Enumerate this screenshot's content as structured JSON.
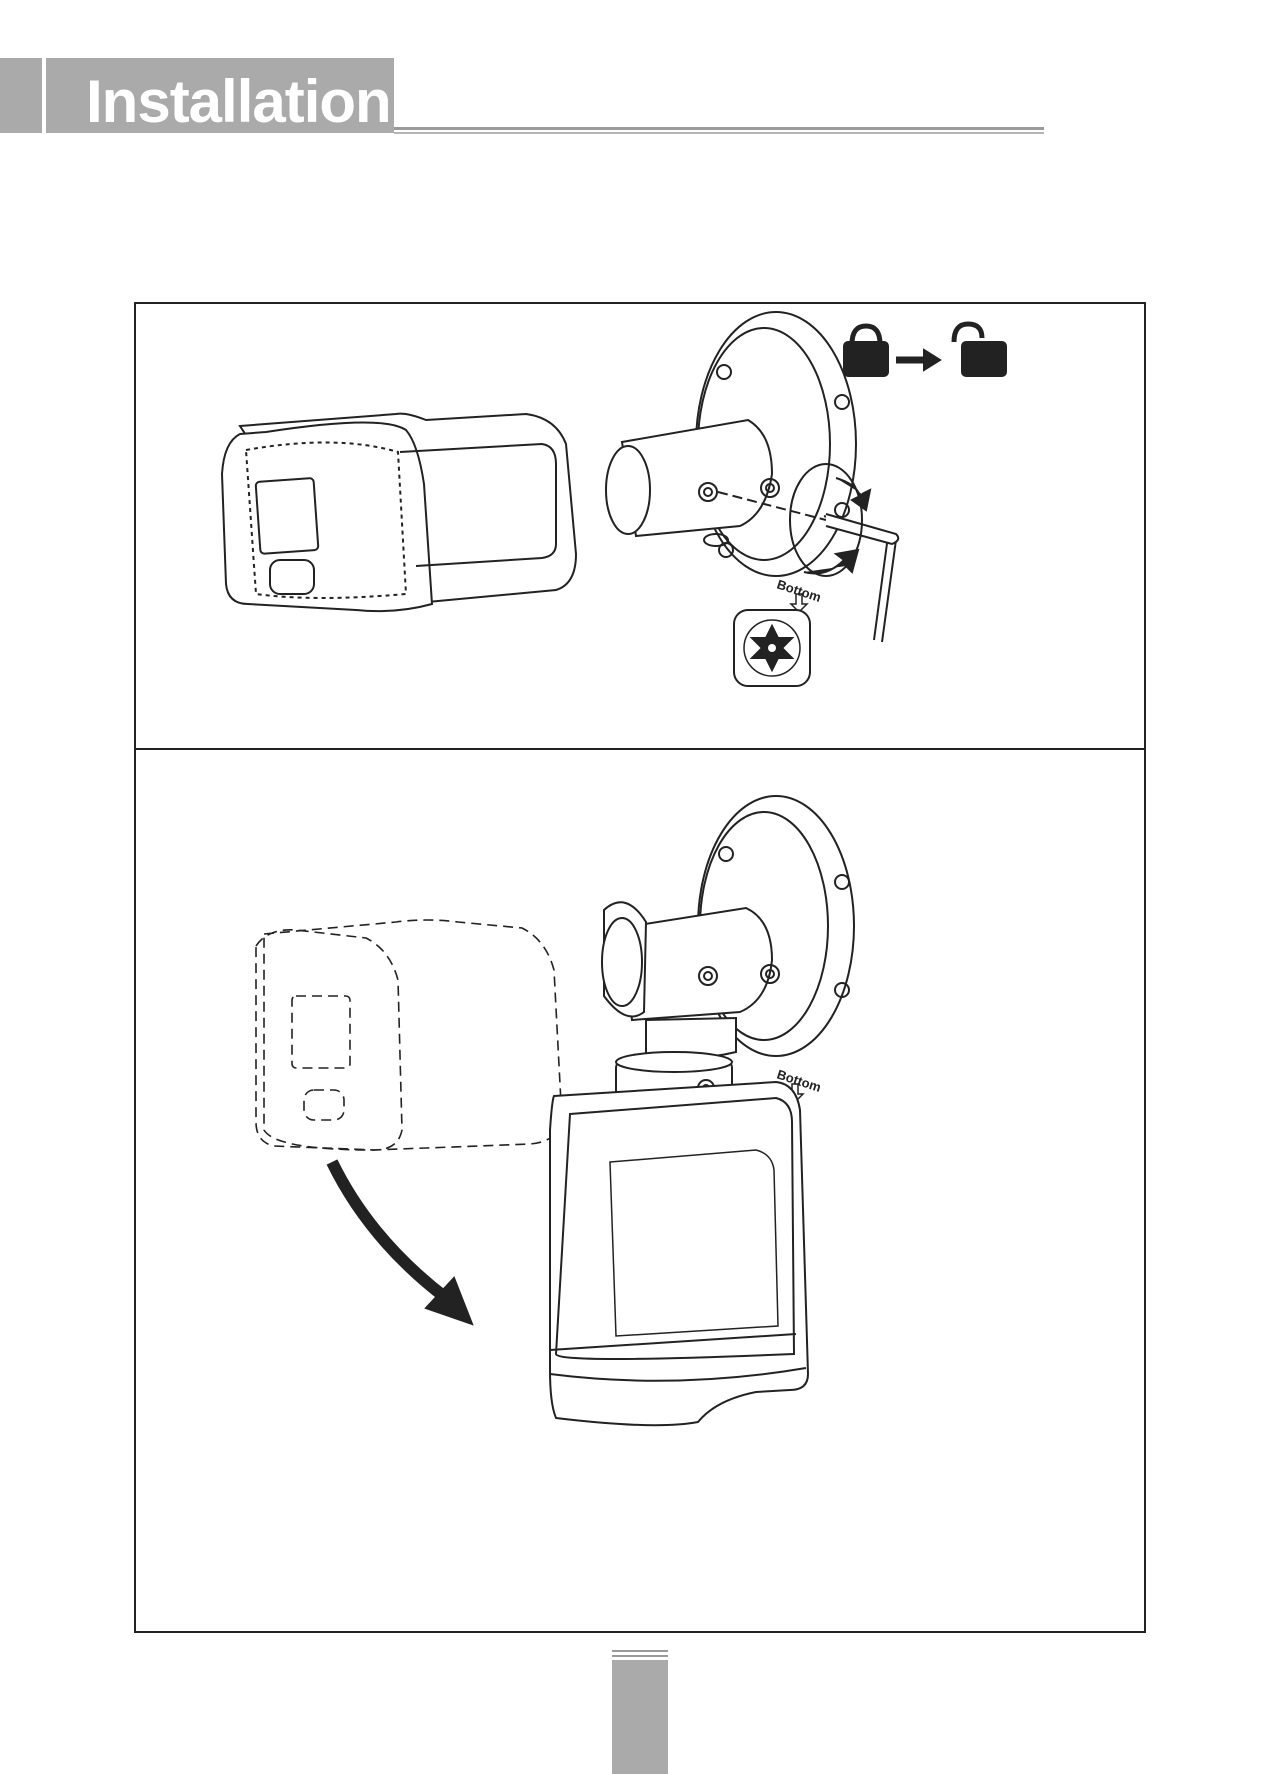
{
  "header": {
    "title": "Installation"
  },
  "step1": {
    "label_text": "Bottom",
    "icons": [
      "lock-closed-icon",
      "arrow-right-icon",
      "lock-open-icon",
      "torx-screw-icon",
      "hex-key-icon",
      "rotate-counterclockwise-icon"
    ]
  },
  "step2": {
    "label_text": "Bottom",
    "icons": [
      "curved-arrow-down-icon"
    ]
  },
  "colors": {
    "accent_gray": "#aaaaaa",
    "line": "#222222"
  }
}
